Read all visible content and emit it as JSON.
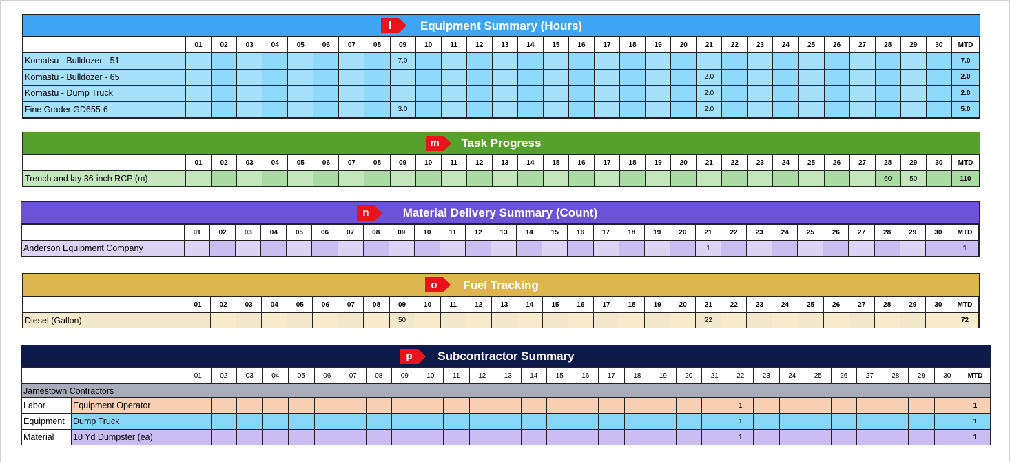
{
  "days": [
    "01",
    "02",
    "03",
    "04",
    "05",
    "06",
    "07",
    "08",
    "09",
    "10",
    "11",
    "12",
    "13",
    "14",
    "15",
    "16",
    "17",
    "18",
    "19",
    "20",
    "21",
    "22",
    "23",
    "24",
    "25",
    "26",
    "27",
    "28",
    "29",
    "30"
  ],
  "mtd_label": "MTD",
  "colors": {
    "equipment_title": "#3ea5f5",
    "equipment_row_a": "#a6e1fb",
    "equipment_row_b": "#8fd9fa",
    "task_title": "#56a12c",
    "task_row_a": "#c3e6bd",
    "task_row_b": "#a9dba2",
    "material_title": "#6b52d6",
    "material_row_a": "#dcd4f5",
    "material_row_b": "#c9bdf1",
    "fuel_title": "#ddb64f",
    "fuel_row_a": "#f3e8cc",
    "fuel_row_b": "#f8eccd",
    "sub_title": "#0d1a4a",
    "sub_group": "#a9adba",
    "sub_labor": "#f8cfb3",
    "sub_equipment": "#87d6f7",
    "sub_material": "#c9bdf1",
    "marker": "#e8131b"
  },
  "sections": {
    "equipment": {
      "marker": "l",
      "title": "Equipment Summary (Hours)",
      "rows": [
        {
          "label": "Komatsu - Bulldozer - 51",
          "values": {
            "09": "7.0"
          },
          "mtd": "7.0"
        },
        {
          "label": "Komastu - Bulldozer - 65",
          "values": {
            "21": "2.0"
          },
          "mtd": "2.0"
        },
        {
          "label": "Komastu - Dump Truck",
          "values": {
            "21": "2.0"
          },
          "mtd": "2.0"
        },
        {
          "label": "Fine Grader GD655-6",
          "values": {
            "09": "3.0",
            "21": "2.0"
          },
          "mtd": "5.0"
        }
      ]
    },
    "task": {
      "marker": "m",
      "title": "Task Progress",
      "rows": [
        {
          "label": "Trench and lay 36-inch RCP (m)",
          "values": {
            "28": "60",
            "29": "50"
          },
          "mtd": "110"
        }
      ]
    },
    "material": {
      "marker": "n",
      "title": "Material Delivery Summary (Count)",
      "rows": [
        {
          "label": "Anderson Equipment Company",
          "values": {
            "21": "1"
          },
          "mtd": "1"
        }
      ]
    },
    "fuel": {
      "marker": "o",
      "title": "Fuel Tracking",
      "rows": [
        {
          "label": "Diesel (Gallon)",
          "values": {
            "09": "50",
            "21": "22"
          },
          "mtd": "72"
        }
      ]
    },
    "sub": {
      "marker": "p",
      "title": "Subcontractor Summary",
      "group": "Jamestown Contractors",
      "rows": [
        {
          "type": "Labor",
          "label": "Equipment Operator",
          "values": {
            "22": "1"
          },
          "mtd": "1"
        },
        {
          "type": "Equipment",
          "label": "Dump Truck",
          "values": {
            "22": "1"
          },
          "mtd": "1"
        },
        {
          "type": "Material",
          "label": "10 Yd Dumpster (ea)",
          "values": {
            "22": "1"
          },
          "mtd": "1"
        }
      ]
    }
  }
}
